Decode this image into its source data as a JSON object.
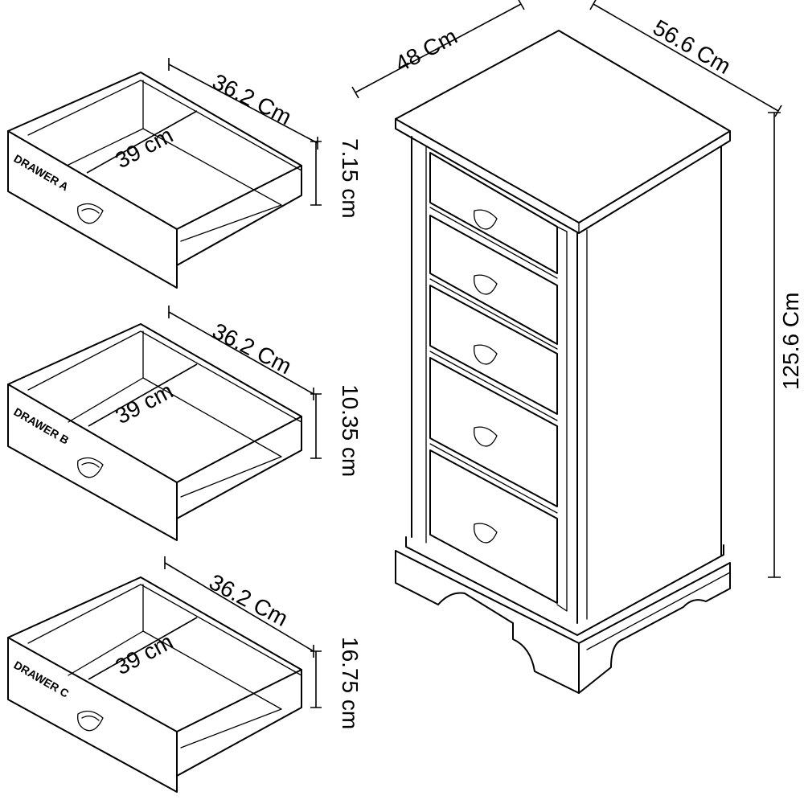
{
  "drawers": [
    {
      "label": "DRAWER A",
      "width": "36.2 Cm",
      "depth": "39 cm",
      "height": "7.15 cm"
    },
    {
      "label": "DRAWER B",
      "width": "36.2 Cm",
      "depth": "39 cm",
      "height": "10.35 cm"
    },
    {
      "label": "DRAWER C",
      "width": "36.2 Cm",
      "depth": "39 cm",
      "height": "16.75 cm"
    }
  ],
  "chest": {
    "depth": "48 Cm",
    "width": "56.6 Cm",
    "height": "125.6 Cm"
  }
}
